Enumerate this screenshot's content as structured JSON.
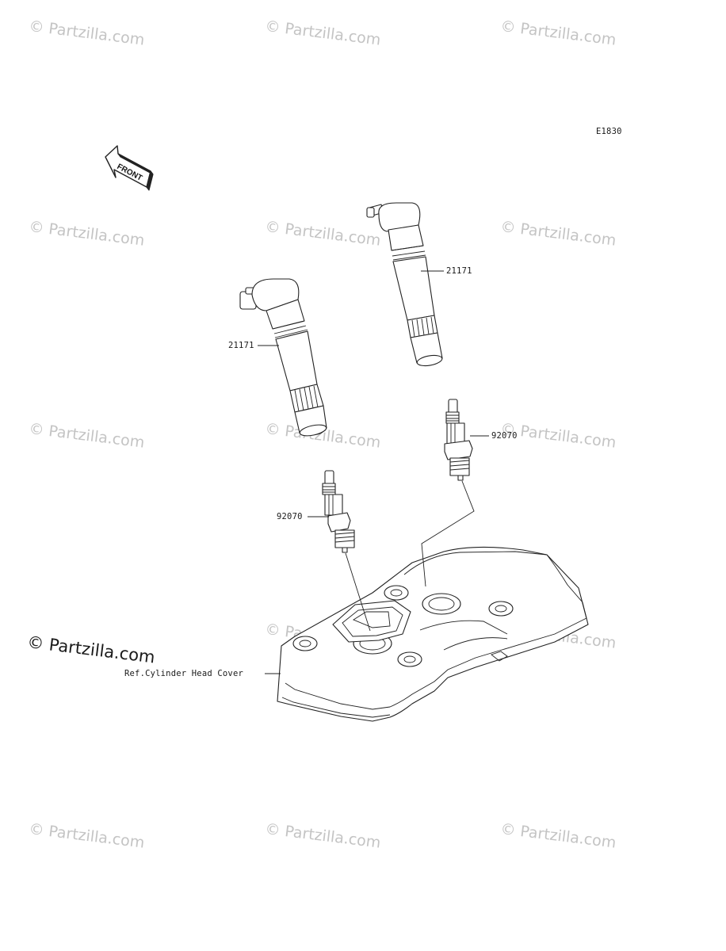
{
  "diagram_code": "E1830",
  "front_arrow_text": "FRONT",
  "parts": {
    "ignition_coil_left": "21171",
    "ignition_coil_right": "21171",
    "spark_plug_left": "92070",
    "spark_plug_right": "92070"
  },
  "reference_label": "Ref.Cylinder Head Cover",
  "copyright": "© Partzilla.com",
  "watermark": "© Partzilla.com"
}
